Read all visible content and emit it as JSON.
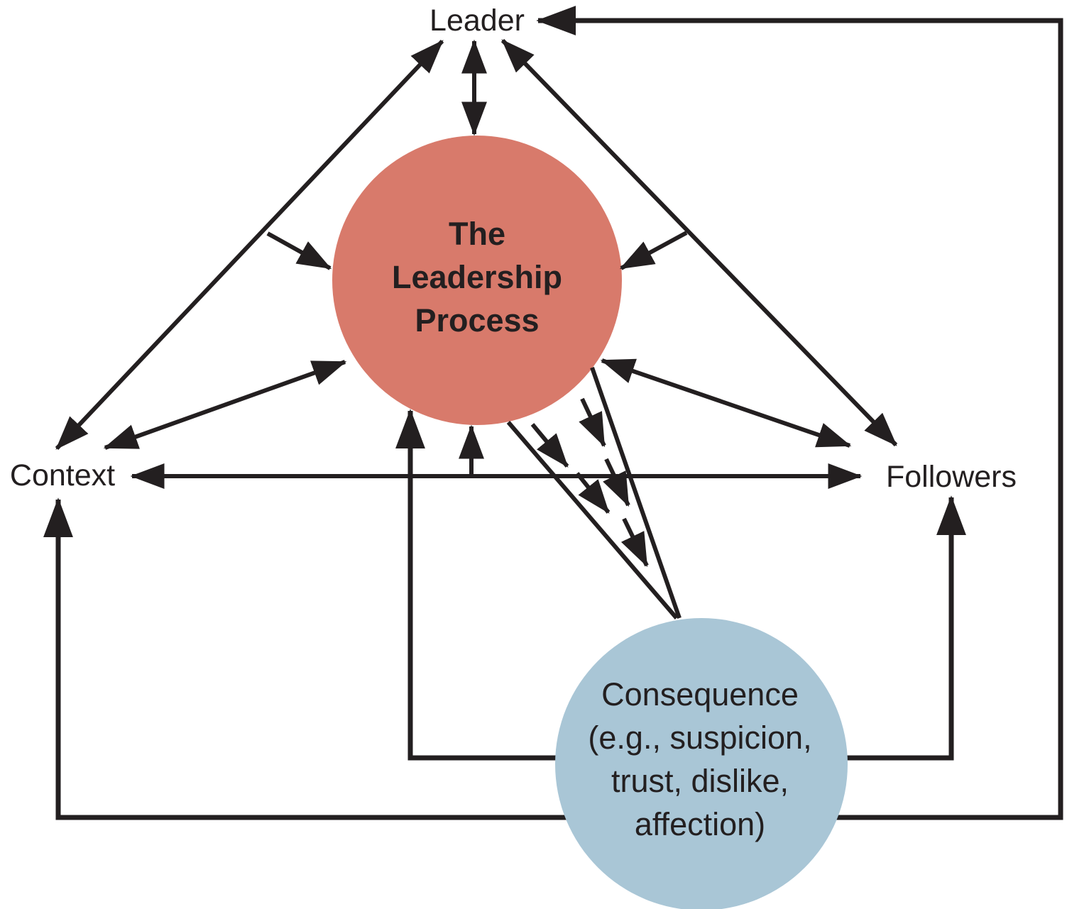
{
  "diagram": {
    "name": "The Leadership Process",
    "nodes": {
      "leader": {
        "label": "Leader"
      },
      "context": {
        "label": "Context"
      },
      "followers": {
        "label": "Followers"
      },
      "leadership_process": {
        "lines": [
          "The",
          "Leadership",
          "Process"
        ],
        "fill": "#D87A6B"
      },
      "consequence": {
        "lines": [
          "Consequence",
          "(e.g., suspicion,",
          "trust, dislike,",
          "affection)"
        ],
        "fill": "#A9C6D6"
      }
    },
    "colors": {
      "line": "#231F20",
      "text": "#231F20",
      "background": "#FFFFFF"
    },
    "edges": [
      {
        "from": "leader",
        "to": "context",
        "style": "solid",
        "arrows": "both"
      },
      {
        "from": "leader",
        "to": "followers",
        "style": "solid",
        "arrows": "both"
      },
      {
        "from": "leader",
        "to": "leadership_process",
        "style": "solid",
        "arrows": "both"
      },
      {
        "from": "context",
        "to": "leadership_process",
        "style": "solid",
        "arrows": "both"
      },
      {
        "from": "followers",
        "to": "leadership_process",
        "style": "solid",
        "arrows": "both"
      },
      {
        "from": "context",
        "to": "followers",
        "style": "solid",
        "arrows": "both"
      },
      {
        "from": "leader-context-line",
        "to": "leadership_process",
        "style": "solid-branch",
        "arrows": "end"
      },
      {
        "from": "leader-followers-line",
        "to": "leadership_process",
        "style": "solid-branch",
        "arrows": "end"
      },
      {
        "from": "context-followers-line",
        "to": "leadership_process",
        "style": "solid-branch",
        "arrows": "end"
      },
      {
        "from": "leadership_process",
        "to": "consequence",
        "style": "converging-solid-pair-with-dashed-arrows",
        "arrows": "dashed-segments"
      },
      {
        "from": "consequence",
        "to": "leadership_process",
        "style": "elbow",
        "arrows": "end"
      },
      {
        "from": "consequence",
        "to": "context",
        "style": "elbow",
        "arrows": "end"
      },
      {
        "from": "consequence",
        "to": "followers",
        "style": "elbow",
        "arrows": "end"
      },
      {
        "from": "consequence",
        "to": "leader",
        "style": "elbow",
        "arrows": "end"
      }
    ]
  }
}
